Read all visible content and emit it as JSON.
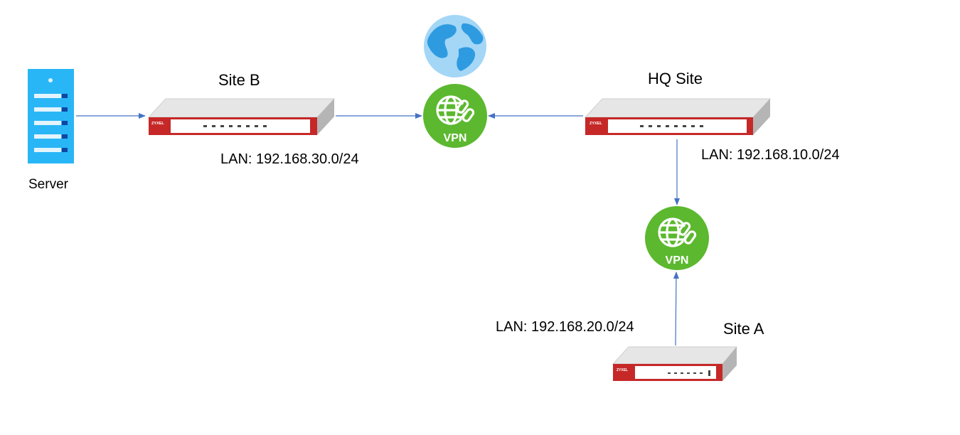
{
  "nodes": {
    "server": {
      "label": "Server",
      "icon": "server-icon"
    },
    "site_b": {
      "title": "Site B",
      "lan": "LAN: 192.168.30.0/24",
      "device_brand": "ZYXEL",
      "icon": "firewall-icon"
    },
    "hq_site": {
      "title": "HQ Site",
      "lan": "LAN: 192.168.10.0/24",
      "device_brand": "ZYXEL",
      "icon": "firewall-icon"
    },
    "site_a": {
      "title": "Site A",
      "lan": "LAN: 192.168.20.0/24",
      "device_brand": "ZYXEL",
      "icon": "firewall-icon"
    },
    "vpn_top": {
      "label": "VPN",
      "icon": "vpn-icon"
    },
    "vpn_right": {
      "label": "VPN",
      "icon": "vpn-icon"
    },
    "internet": {
      "icon": "globe-icon"
    }
  },
  "connections": [
    {
      "from": "server",
      "to": "site_b"
    },
    {
      "from": "site_b",
      "to": "vpn_top"
    },
    {
      "from": "hq_site",
      "to": "vpn_top"
    },
    {
      "from": "hq_site",
      "to": "vpn_right"
    },
    {
      "from": "site_a",
      "to": "vpn_right"
    }
  ],
  "colors": {
    "connector": "#4472c4",
    "vpn_green": "#5cb82f",
    "globe_light": "#9fd3f5",
    "globe_dark": "#2e9be0",
    "server_blue": "#29b6f6",
    "device_red": "#c62828",
    "device_body": "#e4e4e4"
  }
}
